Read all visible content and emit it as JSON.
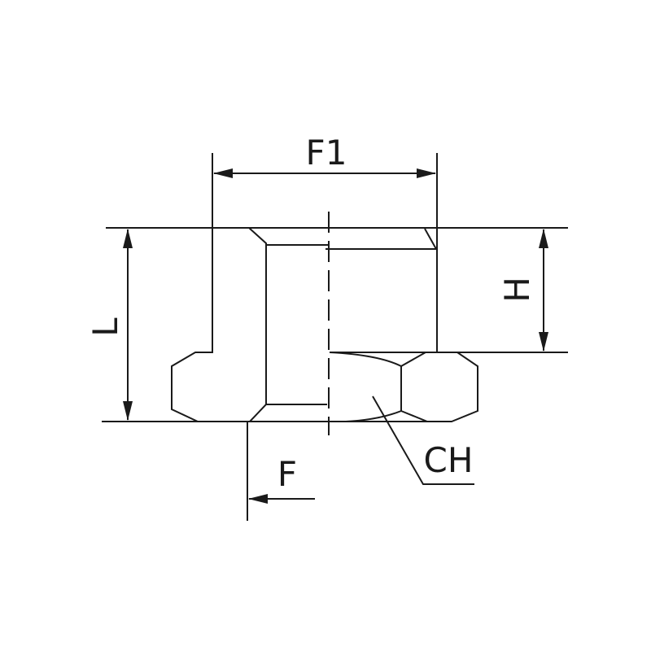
{
  "labels": {
    "f1": "F1",
    "l": "L",
    "h": "H",
    "f": "F",
    "ch": "CH"
  },
  "colors": {
    "line": "#1a1a1a",
    "background": "#ffffff"
  }
}
